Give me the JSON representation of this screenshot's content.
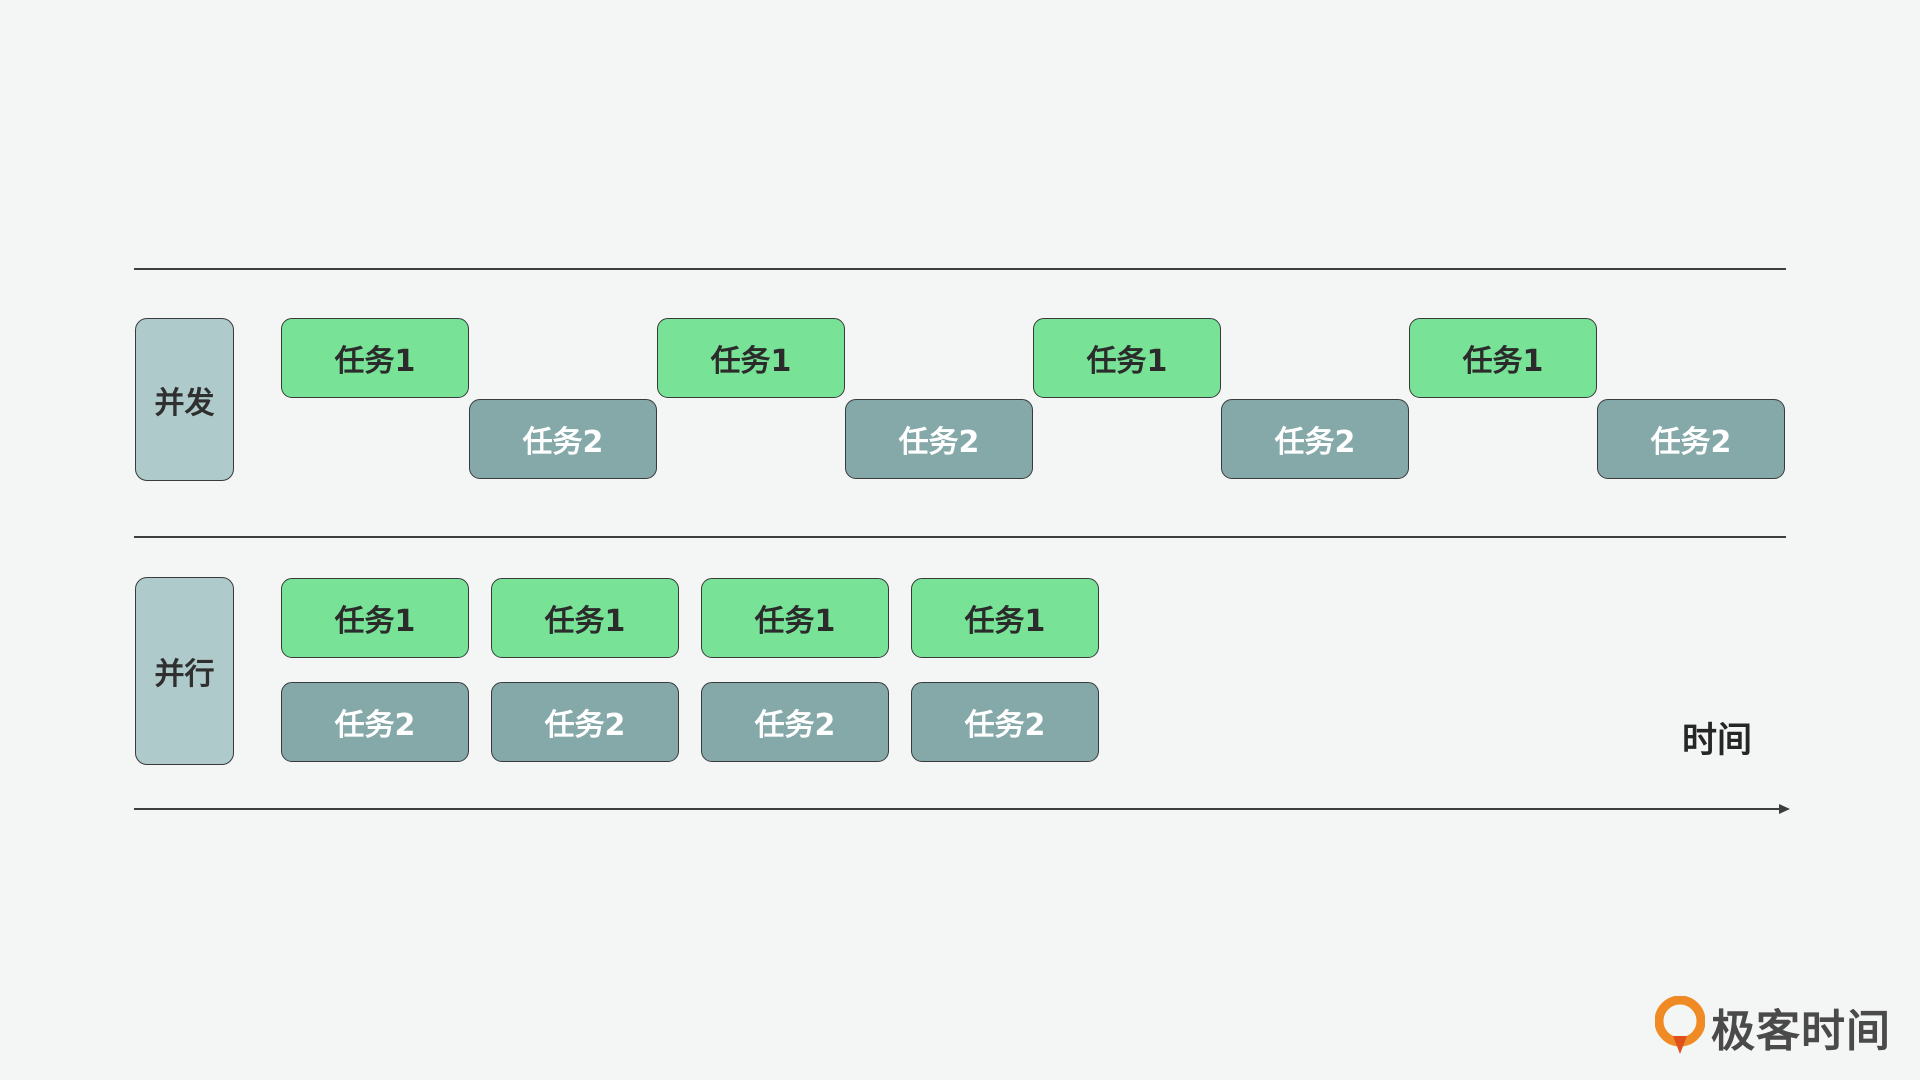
{
  "concurrency": {
    "label": "并发",
    "tasks": [
      "任务1",
      "任务2",
      "任务1",
      "任务2",
      "任务1",
      "任务2",
      "任务1",
      "任务2"
    ]
  },
  "parallelism": {
    "label": "并行",
    "tasks_row1": [
      "任务1",
      "任务1",
      "任务1",
      "任务1"
    ],
    "tasks_row2": [
      "任务2",
      "任务2",
      "任务2",
      "任务2"
    ]
  },
  "axis": {
    "label": "时间"
  },
  "brand": {
    "name": "极客时间",
    "accent": "#f08a24"
  },
  "colors": {
    "task1": "#78e297",
    "task2": "#85a8a8",
    "label_box": "#aecacb",
    "background": "#f4f6f5"
  }
}
